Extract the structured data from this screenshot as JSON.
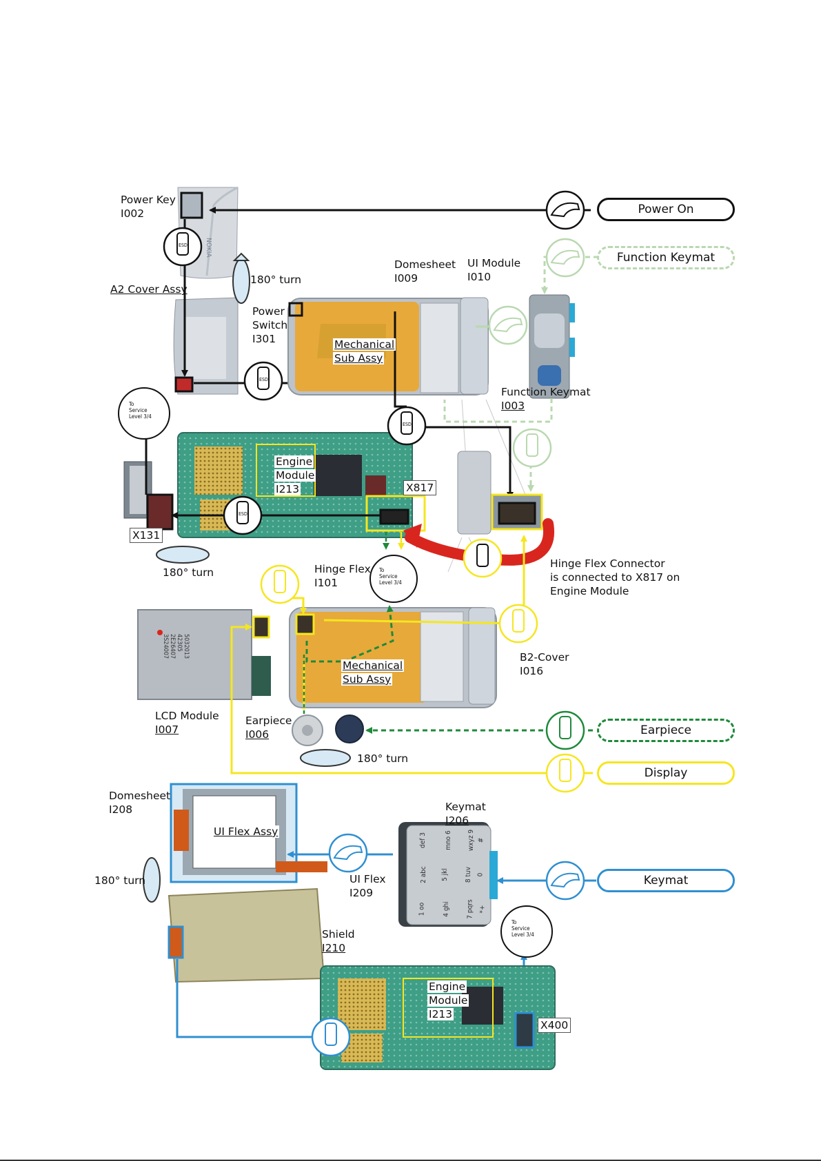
{
  "colors": {
    "black_route": "#111111",
    "function_keymat_route": "#b9d8b0",
    "earpiece_route": "#1e8a3a",
    "display_route": "#f5e61f",
    "keymat_route": "#2f8fd0",
    "hinge_arrow": "#d8261f",
    "pcb_green": "#3e9e86",
    "flex_orange": "#e3a12a",
    "phone_silver": "#c9ced4"
  },
  "icons": [
    "esd-wrist-strap-icon",
    "manual-hand-icon",
    "service-level-box-icon",
    "rotate-arrow-icon"
  ],
  "procedures": {
    "power_on": "Power On",
    "function_keymat": "Function Keymat",
    "earpiece": "Earpiece",
    "display": "Display",
    "keymat": "Keymat"
  },
  "service_box": {
    "line1": "To",
    "line2": "Service",
    "line3": "Level 3/4"
  },
  "labels": {
    "power_key": [
      "Power Key",
      "I002"
    ],
    "a2_cover": "A2 Cover Assy",
    "turn_top": "180° turn",
    "domesheet_top": [
      "Domesheet",
      "I009"
    ],
    "ui_module": [
      "UI Module",
      "I010"
    ],
    "power_switch": [
      "Power",
      "Switch",
      "I301"
    ],
    "mech_sub_top": [
      "Mechanical",
      "Sub Assy"
    ],
    "function_keymat_part": [
      "Function Keymat",
      "I003"
    ],
    "engine_mid": [
      "Engine",
      "Module",
      "I213"
    ],
    "x817": "X817",
    "x131": "X131",
    "turn_mid": "180° turn",
    "hinge_flex": [
      "Hinge Flex",
      "I101"
    ],
    "hinge_note": [
      "Hinge Flex Connector",
      "is connected to X817 on",
      "Engine Module"
    ],
    "b2_cover": [
      "B2-Cover",
      "I016"
    ],
    "mech_sub_mid": [
      "Mechanical",
      "Sub Assy"
    ],
    "lcd_module": [
      "LCD Module",
      "I007"
    ],
    "earpiece_part": [
      "Earpiece",
      "I006"
    ],
    "turn_ear": "180° turn",
    "domesheet_bottom": [
      "Domesheet",
      "I208"
    ],
    "ui_flex_assy": "UI Flex Assy",
    "keymat_part": [
      "Keymat",
      "I206"
    ],
    "turn_bottom": "180° turn",
    "ui_flex": [
      "UI Flex",
      "I209"
    ],
    "shield": [
      "Shield",
      "I210"
    ],
    "engine_bottom": [
      "Engine",
      "Module",
      "I213"
    ],
    "x400": "X400"
  },
  "lcd_print": [
    "5032013",
    "42305",
    "2E26407",
    "3S24007"
  ],
  "keypad_keys": [
    "def 3",
    "mno 6",
    "wxyz 9",
    "#",
    "2 abc",
    "5 jkl",
    "8 tuv",
    "0",
    "1 oo",
    "4 ghi",
    "7 pqrs",
    "*+"
  ]
}
